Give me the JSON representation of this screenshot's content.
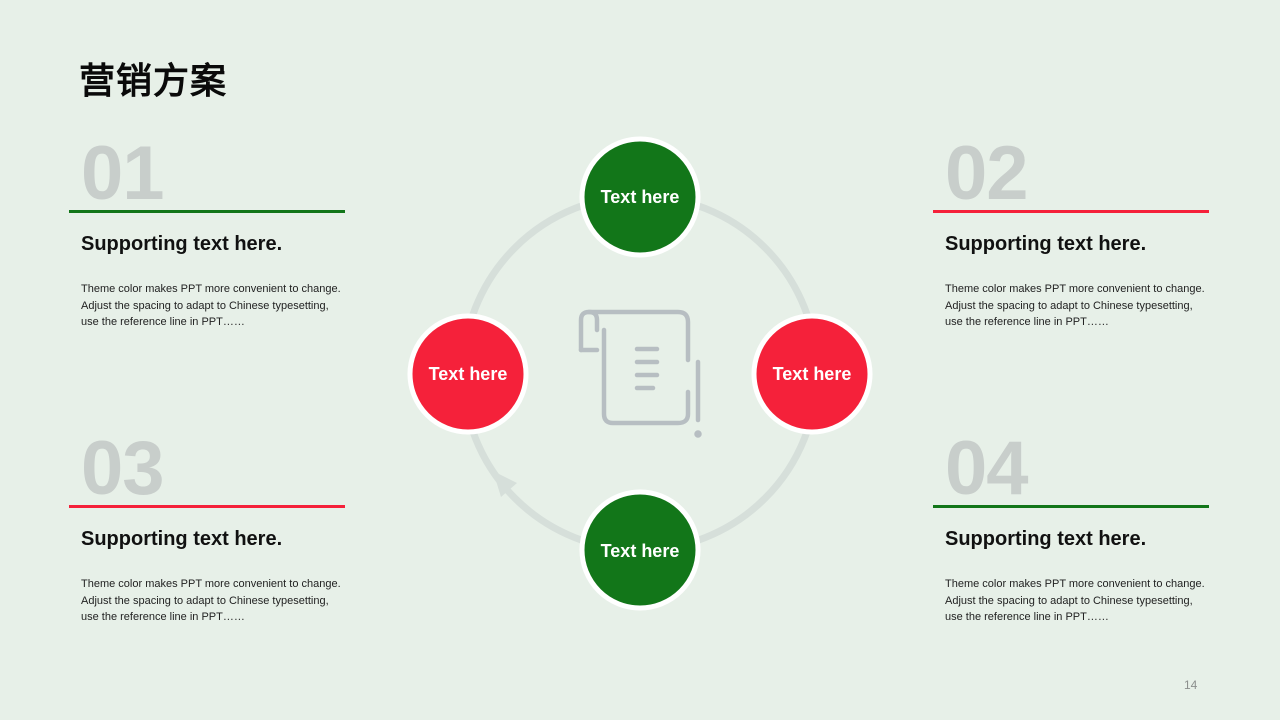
{
  "title": "营销方案",
  "colors": {
    "background": "#e7f0e8",
    "green": "#127619",
    "red": "#f5213a",
    "muted_number": "#c8cecb",
    "ring": "#d6dfda",
    "icon": "#b7bec2"
  },
  "blocks": [
    {
      "number": "01",
      "accent": "green",
      "heading": "Supporting text here.",
      "description": "Theme color makes PPT more convenient to change. Adjust the spacing to adapt to Chinese typesetting, use the reference line in PPT……"
    },
    {
      "number": "02",
      "accent": "red",
      "heading": "Supporting text here.",
      "description": "Theme color makes PPT more convenient to change. Adjust the spacing to adapt to Chinese typesetting, use the reference line in PPT……"
    },
    {
      "number": "03",
      "accent": "red",
      "heading": "Supporting text here.",
      "description": "Theme color makes PPT more convenient to change. Adjust the spacing to adapt to Chinese typesetting, use the reference line in PPT……"
    },
    {
      "number": "04",
      "accent": "green",
      "heading": "Supporting text here.",
      "description": "Theme color makes PPT more convenient to change. Adjust the spacing to adapt to Chinese typesetting, use the reference line in PPT……"
    }
  ],
  "cycle": {
    "center_icon": "document-scroll-icon",
    "nodes": [
      {
        "label": "Text here",
        "color": "green"
      },
      {
        "label": "Text here",
        "color": "red"
      },
      {
        "label": "Text here",
        "color": "green"
      },
      {
        "label": "Text here",
        "color": "red"
      }
    ]
  },
  "page_number": "14"
}
